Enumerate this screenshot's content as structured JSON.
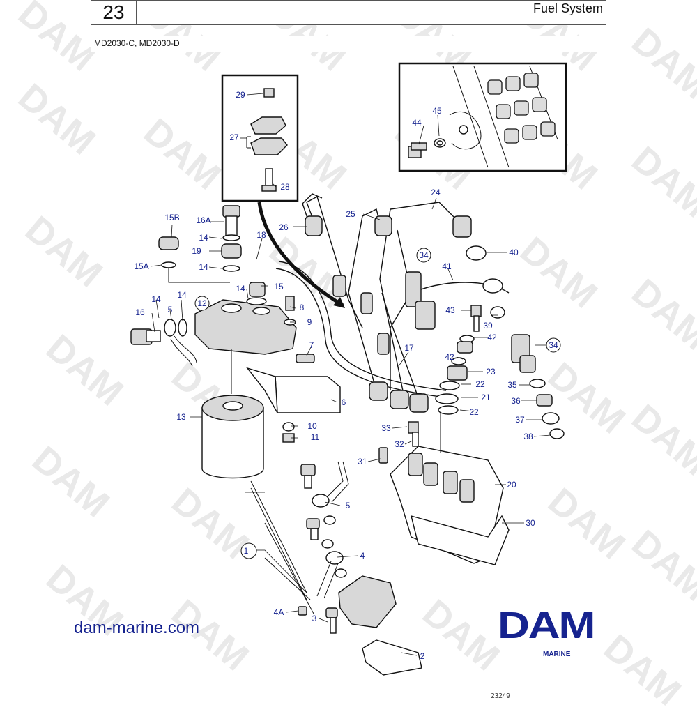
{
  "header": {
    "page_number": "23",
    "section_title": "Fuel System",
    "models": "MD2030-C, MD2030-D"
  },
  "watermark": {
    "text": "DAM"
  },
  "part_labels": [
    "1",
    "2",
    "3",
    "4",
    "4A",
    "5",
    "5",
    "6",
    "7",
    "8",
    "9",
    "10",
    "11",
    "12",
    "13",
    "14",
    "14",
    "14",
    "14",
    "14",
    "15",
    "15A",
    "15B",
    "16",
    "16A",
    "17",
    "18",
    "19",
    "20",
    "21",
    "22",
    "22",
    "23",
    "24",
    "25",
    "26",
    "27",
    "28",
    "29",
    "30",
    "31",
    "32",
    "33",
    "34",
    "34",
    "35",
    "36",
    "37",
    "38",
    "39",
    "40",
    "41",
    "42",
    "42",
    "43",
    "44",
    "45"
  ],
  "footer": {
    "website": "dam-marine.com",
    "logo": "DAM",
    "logo_sub": "MARINE",
    "ref": "23249"
  },
  "colors": {
    "label_blue": "#16238f",
    "line": "#111111",
    "watermark": "#e9e9e9"
  }
}
